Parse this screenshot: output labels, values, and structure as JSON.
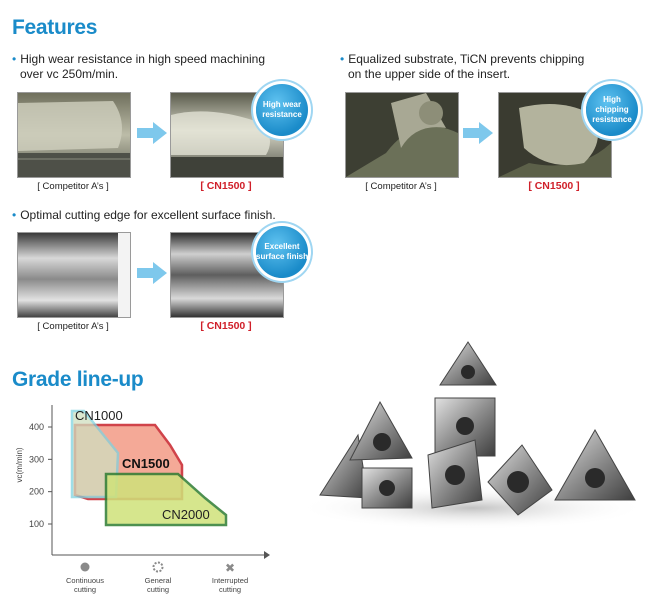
{
  "features": {
    "heading": "Features",
    "bullet1": {
      "line1": "High wear resistance in high speed machining",
      "line2": "over vc 250m/min.",
      "badge_line1": "High wear",
      "badge_line2": "resistance"
    },
    "bullet2": {
      "line1": "Equalized substrate, TiCN prevents chipping",
      "line2": "on the upper side of the insert.",
      "badge_line1": "High chipping",
      "badge_line2": "resistance"
    },
    "bullet3": {
      "line1": "Optimal cutting edge for excellent surface finish.",
      "badge_line1": "Excellent",
      "badge_line2": "surface finish"
    },
    "competitor_caption": "[ Competitor A’s ]",
    "cn_caption": "[ CN1500 ]"
  },
  "grade": {
    "heading": "Grade line-up"
  },
  "chart_data": {
    "type": "area",
    "ylabel": "vc(m/min)",
    "y_ticks": [
      100,
      200,
      300,
      400
    ],
    "x_categories": [
      {
        "line1": "Continuous",
        "line2": "cutting"
      },
      {
        "line1": "General",
        "line2": "cutting"
      },
      {
        "line1": "Interrupted",
        "line2": "cutting"
      }
    ],
    "regions": [
      {
        "name": "CN1000",
        "color": "#7fd3e0"
      },
      {
        "name": "CN1500",
        "color": "#c8232b"
      },
      {
        "name": "CN2000",
        "color": "#2e7d32"
      }
    ]
  }
}
